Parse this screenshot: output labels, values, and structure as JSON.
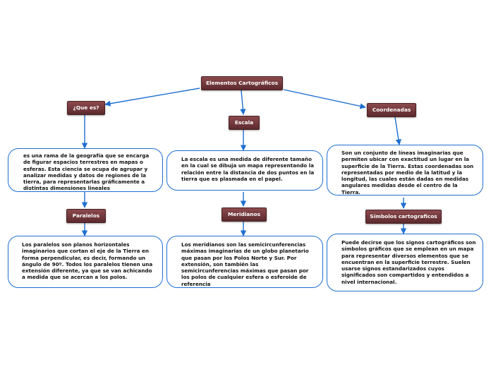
{
  "root": {
    "label": "Elementos Cartográficos"
  },
  "branches": {
    "que_es": {
      "label": "¿Que es?",
      "text": "es una rama de la geografía que se encarga de figurar espacios terrestres en mapas o esferas. Esta ciencia se ocupa de agrupar y analizar medidas y datos de regiones de la tierra, para representarlas gráficamente a distintas dimensiones lineales",
      "child": {
        "label": "Paralelos",
        "text": "Los paralelos son planos horizontales imaginarios que cortan el eje de la Tierra en forma perpendicular, es decir, formando un ángulo de 90º. Todos los paralelos tienen una extensión diferente, ya que se van achicando a medida que se acercan a los polos."
      }
    },
    "escala": {
      "label": "Escala",
      "text": "La escala es una medida de diferente tamaño en la cual se dibuja un mapa representando la relación entre la distancia de dos puntos en la tierra que es plasmada en el papel.",
      "child": {
        "label": "Meridianos",
        "text": "Los meridianos son las semicircunferencias máximas imaginarias de un globo planetario que pasan por los Polos Norte y Sur.  Por extensión, son también las semicircunferencias máximas que pasan por los polos de cualquier esfera o esferoide de referencia"
      }
    },
    "coordenadas": {
      "label": "Coordenadas",
      "text": "Son un conjunto de líneas imaginarias que permiten ubicar con exactitud un lugar en la superficie de la Tierra. Estas coordenadas son representadas por medio de la latitud y la longitud, las cuales están dadas en medidas angulares medidas desde el centro de la Tierra.",
      "child": {
        "label": "Símbolos cartograficos",
        "text": "Puede decirse que los signos cartográficos son símbolos gráficos que se emplean en un mapa para representar diversos elementos que se encuentran en la superficie terrestre. Suelen usarse signos estandarizados cuyos significados son compartidos y entendidos a nivel internacional."
      }
    }
  },
  "colors": {
    "topic": "#6e3539",
    "connector": "#1f6fd1",
    "bubble_border": "#1f6fd1"
  }
}
